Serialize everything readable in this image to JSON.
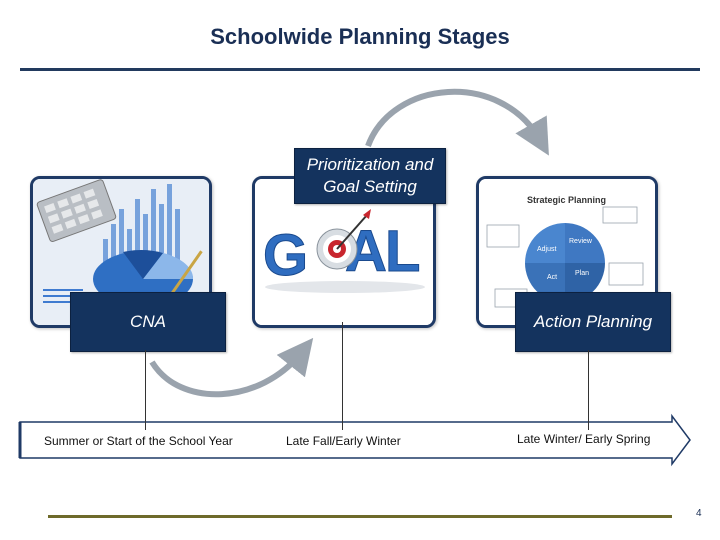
{
  "title": "Schoolwide Planning Stages",
  "stages": [
    {
      "label": "CNA",
      "timeline": "Summer or Start of the School Year",
      "image": "financial-charts-photo"
    },
    {
      "label": "Prioritization and Goal Setting",
      "timeline": "Late Fall/Early Winter",
      "image": "goal-target-graphic"
    },
    {
      "label": "Action Planning",
      "timeline": "Late Winter/ Early Spring",
      "image": "strategic-planning-cycle-graphic"
    }
  ],
  "strategic_graphic": {
    "heading": "Strategic Planning",
    "cycle": [
      "Adjust",
      "Review",
      "Act",
      "Plan"
    ]
  },
  "goal_graphic_text": "GOAL",
  "page_number": "4",
  "colors": {
    "title": "#1a2f55",
    "label_box": "#14335e",
    "arrow": "#9aa3ad",
    "footer_rule": "#6e6a2a"
  }
}
